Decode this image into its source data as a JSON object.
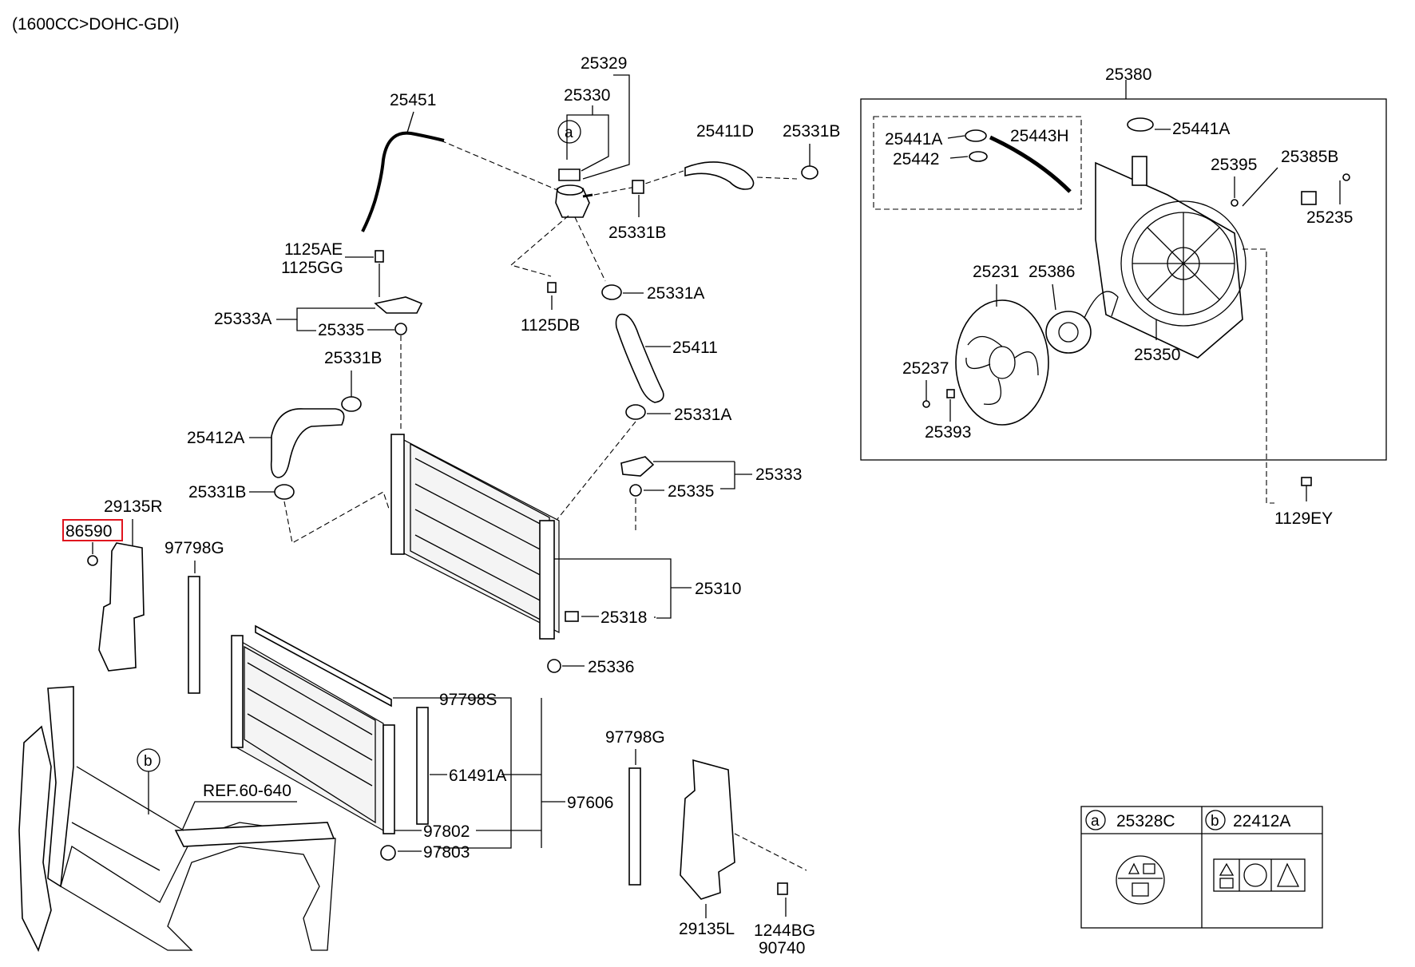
{
  "header": {
    "engine": "(1600CC>DOHC-GDI)"
  },
  "highlighted_part": "86590",
  "labels": {
    "p25329": "25329",
    "p25330": "25330",
    "p25451": "25451",
    "p25411D": "25411D",
    "p25331B_top": "25331B",
    "p25331B_mid": "25331B",
    "p1125AE": "1125AE",
    "p1125GG": "1125GG",
    "p1125DB": "1125DB",
    "p25331A_top": "25331A",
    "p25333A": "25333A",
    "p25335_left": "25335",
    "p25331B_left": "25331B",
    "p25411": "25411",
    "p25331A_mid": "25331A",
    "p25412A": "25412A",
    "p25333": "25333",
    "p25331B_low": "25331B",
    "p25335_right": "25335",
    "p29135R": "29135R",
    "p86590": "86590",
    "p97798G_left": "97798G",
    "p25310": "25310",
    "p25318": "25318",
    "p25336": "25336",
    "p97798S": "97798S",
    "p61491A": "61491A",
    "p97606": "97606",
    "p97798G_right": "97798G",
    "p97802": "97802",
    "p97803": "97803",
    "ref": "REF.60-640",
    "p29135L": "29135L",
    "p1244BG": "1244BG",
    "p90740": "90740",
    "p25380": "25380",
    "p25441A_left": "25441A",
    "p25442": "25442",
    "p25443H": "25443H",
    "p25441A_right": "25441A",
    "p25395": "25395",
    "p25385B": "25385B",
    "p25235": "25235",
    "p25231": "25231",
    "p25386": "25386",
    "p25350": "25350",
    "p25237": "25237",
    "p25393": "25393",
    "p1129EY": "1129EY"
  },
  "callouts": {
    "a": "a",
    "b": "b"
  },
  "legend": {
    "a_letter": "a",
    "a_part": "25328C",
    "b_letter": "b",
    "b_part": "22412A"
  }
}
